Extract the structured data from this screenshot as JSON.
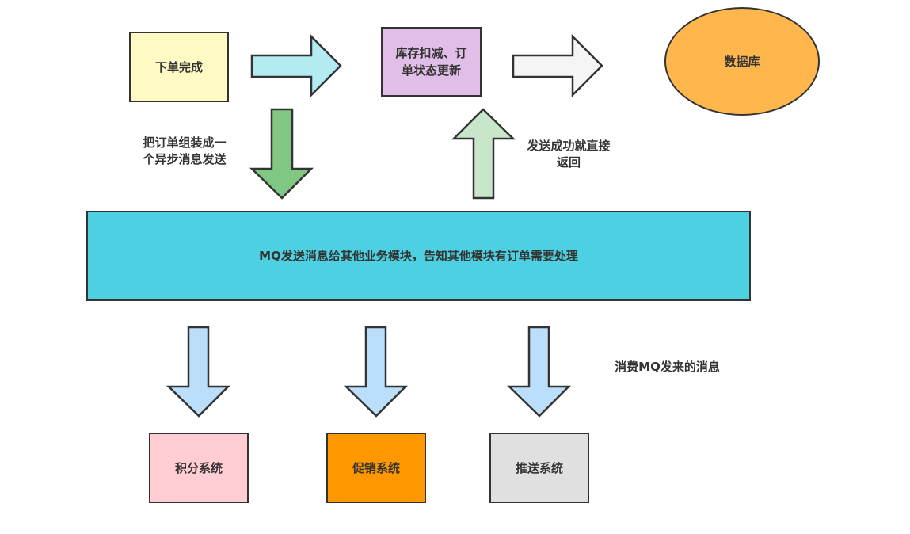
{
  "nodes": {
    "order_done": "下单完成",
    "inventory_line1": "库存扣减、订",
    "inventory_line2": "单状态更新",
    "database": "数据库",
    "mq": "MQ发送消息给其他业务模块，告知其他模块有订单需要处理",
    "points": "积分系统",
    "promotion": "促销系统",
    "push": "推送系统"
  },
  "labels": {
    "assemble_line1": "把订单组装成一",
    "assemble_line2": "个异步消息发送",
    "success_line1": "发送成功就直接",
    "success_line2": "返回",
    "consume": "消费MQ发来的消息"
  },
  "colors": {
    "order_done": "#fff9c4",
    "inventory": "#e1bee7",
    "database": "#ffb74d",
    "mq": "#4dd0e1",
    "points": "#ffcdd2",
    "promotion": "#ff9800",
    "push": "#e0e0e0",
    "arrow_cyan": "#b2ebf2",
    "arrow_white": "#f5f5f5",
    "arrow_green": "#81c784",
    "arrow_lightgreen": "#c8e6c9",
    "arrow_blue": "#bbdefb"
  }
}
